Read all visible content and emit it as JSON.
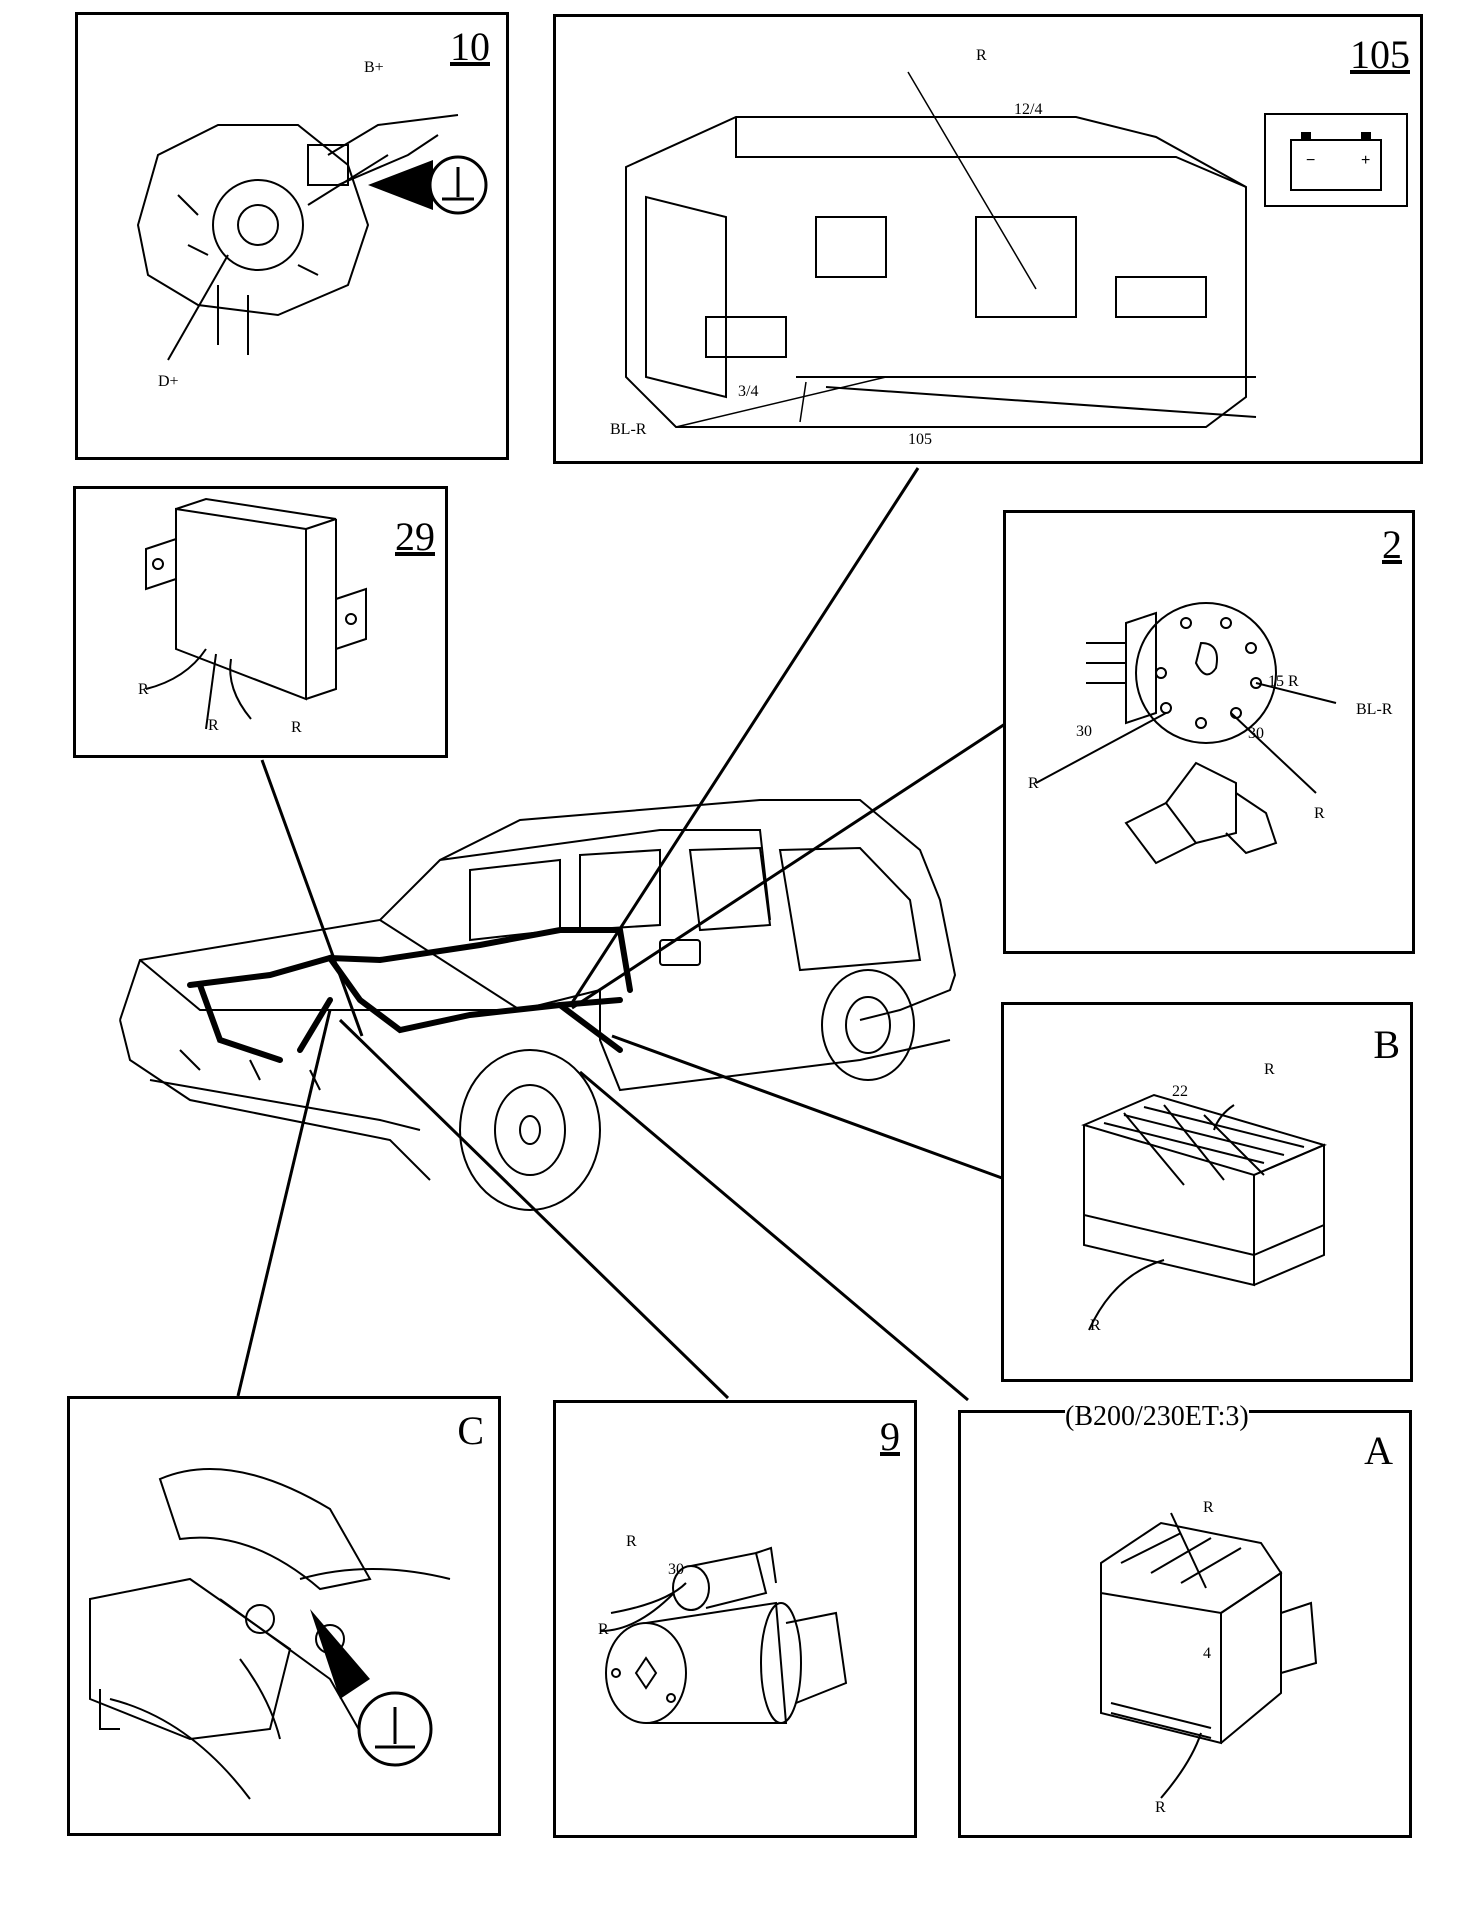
{
  "panels": {
    "p10": {
      "number": "10",
      "labels": {
        "bplus": "B+",
        "dplus": "D+"
      }
    },
    "p105": {
      "number": "105",
      "labels": {
        "r": "R",
        "pin12": "12/4",
        "pin3": "3/4",
        "blr": "BL-R",
        "conn": "105"
      }
    },
    "p29": {
      "number": "29",
      "labels": {
        "r1": "R",
        "r2": "R",
        "r3": "R"
      }
    },
    "p2": {
      "number": "2",
      "labels": {
        "pin15": "15 R",
        "blr": "BL-R",
        "pin30a": "30",
        "pin30b": "30",
        "r1": "R",
        "r2": "R"
      }
    },
    "pB": {
      "number": "B",
      "labels": {
        "pin22": "22",
        "r1": "R",
        "r2": "R"
      }
    },
    "pC": {
      "number": "C"
    },
    "p9": {
      "number": "9",
      "labels": {
        "r1": "R",
        "pin30": "30",
        "r2": "R"
      }
    },
    "pA": {
      "number": "A",
      "caption": "(B200/230ET:3)",
      "labels": {
        "r1": "R",
        "pin4": "4",
        "r2": "R"
      }
    }
  },
  "icons": [
    "ground-symbol-icon",
    "battery-icon"
  ]
}
